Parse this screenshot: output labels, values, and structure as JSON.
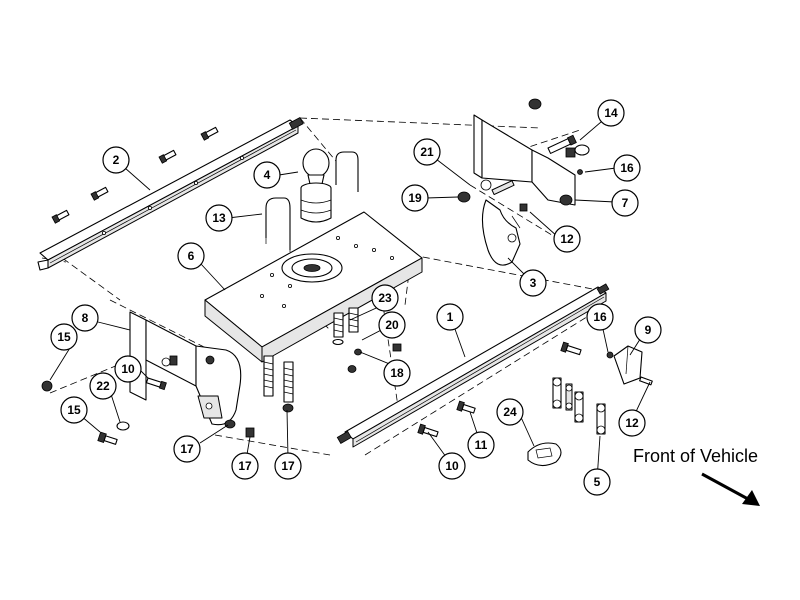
{
  "diagram": {
    "direction_label": "Front of Vehicle",
    "line_color": "#000000",
    "background": "#ffffff",
    "callouts": [
      {
        "id": "c-1",
        "label": "1"
      },
      {
        "id": "c-2",
        "label": "2"
      },
      {
        "id": "c-3",
        "label": "3"
      },
      {
        "id": "c-4",
        "label": "4"
      },
      {
        "id": "c-5",
        "label": "5"
      },
      {
        "id": "c-6",
        "label": "6"
      },
      {
        "id": "c-7",
        "label": "7"
      },
      {
        "id": "c-8",
        "label": "8"
      },
      {
        "id": "c-9",
        "label": "9"
      },
      {
        "id": "c-10a",
        "label": "10"
      },
      {
        "id": "c-10b",
        "label": "10"
      },
      {
        "id": "c-11",
        "label": "11"
      },
      {
        "id": "c-12a",
        "label": "12"
      },
      {
        "id": "c-12b",
        "label": "12"
      },
      {
        "id": "c-13",
        "label": "13"
      },
      {
        "id": "c-14",
        "label": "14"
      },
      {
        "id": "c-15a",
        "label": "15"
      },
      {
        "id": "c-15b",
        "label": "15"
      },
      {
        "id": "c-16a",
        "label": "16"
      },
      {
        "id": "c-16b",
        "label": "16"
      },
      {
        "id": "c-17a",
        "label": "17"
      },
      {
        "id": "c-17b",
        "label": "17"
      },
      {
        "id": "c-17c",
        "label": "17"
      },
      {
        "id": "c-18",
        "label": "18"
      },
      {
        "id": "c-19",
        "label": "19"
      },
      {
        "id": "c-20",
        "label": "20"
      },
      {
        "id": "c-21",
        "label": "21"
      },
      {
        "id": "c-22",
        "label": "22"
      },
      {
        "id": "c-23",
        "label": "23"
      },
      {
        "id": "c-24",
        "label": "24"
      }
    ]
  }
}
